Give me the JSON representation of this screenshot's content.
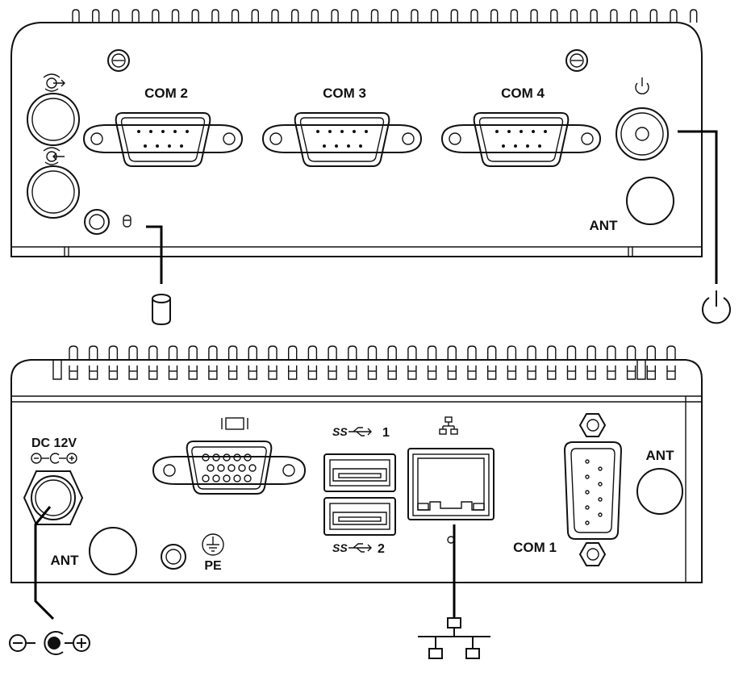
{
  "panel_top": {
    "com2_label": "COM 2",
    "com3_label": "COM 3",
    "com4_label": "COM 4",
    "ant_label": "ANT",
    "icons": [
      "audio-out-icon",
      "audio-in-icon",
      "power-icon",
      "storage-led-icon"
    ]
  },
  "panel_bottom": {
    "dc_label": "DC 12V",
    "ant_left_label": "ANT",
    "pe_label": "PE",
    "usb1_label": "1",
    "usb2_label": "2",
    "com1_label": "COM 1",
    "ant_right_label": "ANT",
    "icons": [
      "vga-icon",
      "usb3-icon",
      "lan-icon",
      "ground-icon",
      "dc-polarity-icon"
    ]
  },
  "callouts": [
    "storage-icon",
    "power-icon",
    "dc-polarity-icon",
    "network-icon"
  ]
}
